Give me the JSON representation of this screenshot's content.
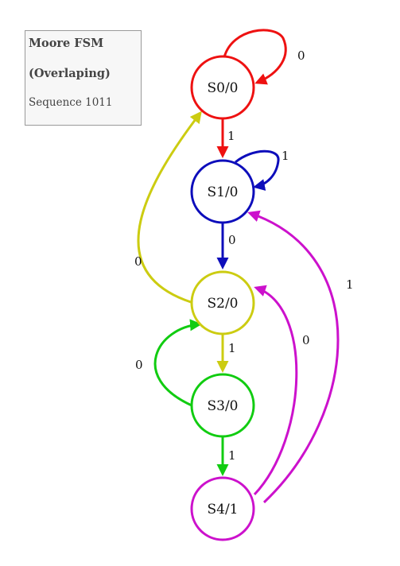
{
  "legend": {
    "title_line1": "Moore FSM",
    "title_line2": "(Overlaping)",
    "subtitle": "Sequence 1011"
  },
  "states": [
    {
      "id": "S0",
      "label": "S0/0",
      "color": "#ee1111"
    },
    {
      "id": "S1",
      "label": "S1/0",
      "color": "#0d0dbb"
    },
    {
      "id": "S2",
      "label": "S2/0",
      "color": "#cccc11"
    },
    {
      "id": "S3",
      "label": "S3/0",
      "color": "#11cc11"
    },
    {
      "id": "S4",
      "label": "S4/1",
      "color": "#cc11cc"
    }
  ],
  "transitions": [
    {
      "from": "S0",
      "to": "S0",
      "input": "0"
    },
    {
      "from": "S0",
      "to": "S1",
      "input": "1"
    },
    {
      "from": "S1",
      "to": "S1",
      "input": "1"
    },
    {
      "from": "S1",
      "to": "S2",
      "input": "0"
    },
    {
      "from": "S2",
      "to": "S0",
      "input": "0"
    },
    {
      "from": "S2",
      "to": "S3",
      "input": "1"
    },
    {
      "from": "S3",
      "to": "S2",
      "input": "0"
    },
    {
      "from": "S3",
      "to": "S4",
      "input": "1"
    },
    {
      "from": "S4",
      "to": "S2",
      "input": "0"
    },
    {
      "from": "S4",
      "to": "S1",
      "input": "1"
    }
  ]
}
